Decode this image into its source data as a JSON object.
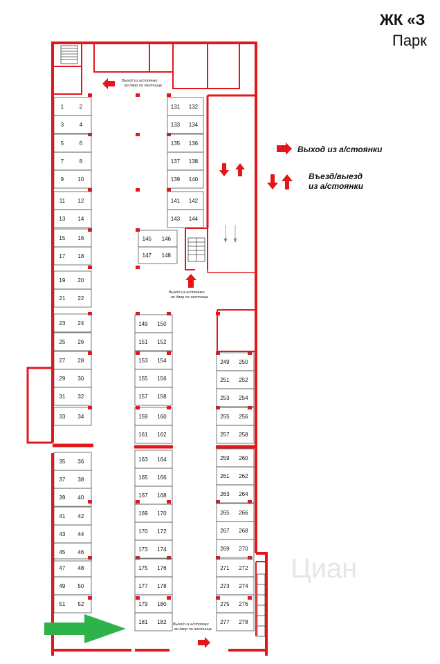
{
  "header": {
    "title": "ЖК «З",
    "subtitle": "Парк"
  },
  "legend": {
    "exit_label": "Выход из а/стоянки",
    "entry_exit_line1": "Въезд/выезд",
    "entry_exit_line2": "из а/стоянки"
  },
  "notes": {
    "stair_exit_line1": "Выход из а/стоянки",
    "stair_exit_line2": "во двор по лестнице"
  },
  "watermark": "Циан",
  "colors": {
    "wall": "#e3171b",
    "exit_arrow": "#e3171b",
    "highlight_arrow": "#2db34a",
    "space_border": "#555555"
  },
  "parking": {
    "left_column": [
      "1",
      "2",
      "3",
      "4",
      "5",
      "6",
      "7",
      "8",
      "9",
      "10",
      "11",
      "12",
      "13",
      "14",
      "15",
      "16",
      "17",
      "18",
      "19",
      "20",
      "21",
      "22",
      "23",
      "24",
      "25",
      "26",
      "27",
      "28",
      "29",
      "30",
      "31",
      "32",
      "33",
      "34",
      "35",
      "36",
      "37",
      "38",
      "39",
      "40",
      "41",
      "42",
      "43",
      "44",
      "45",
      "46",
      "47",
      "48",
      "49",
      "50",
      "51",
      "52"
    ],
    "upper_middle": [
      "131",
      "132",
      "133",
      "134",
      "135",
      "136",
      "137",
      "138",
      "139",
      "140",
      "141",
      "142",
      "143",
      "144"
    ],
    "small_block": [
      "145",
      "146",
      "147",
      "148"
    ],
    "middle_column": [
      "149",
      "150",
      "151",
      "152",
      "153",
      "154",
      "155",
      "156",
      "157",
      "158",
      "159",
      "160",
      "161",
      "162",
      "163",
      "164",
      "165",
      "166",
      "167",
      "168",
      "169",
      "170",
      "170",
      "172",
      "173",
      "174",
      "175",
      "176",
      "177",
      "178",
      "179",
      "180",
      "181",
      "182"
    ],
    "right_column": [
      "249",
      "250",
      "251",
      "252",
      "253",
      "254",
      "255",
      "256",
      "257",
      "258",
      "259",
      "260",
      "261",
      "262",
      "263",
      "264",
      "265",
      "266",
      "267",
      "268",
      "269",
      "270",
      "271",
      "272",
      "273",
      "274",
      "275",
      "276",
      "277",
      "278"
    ]
  }
}
